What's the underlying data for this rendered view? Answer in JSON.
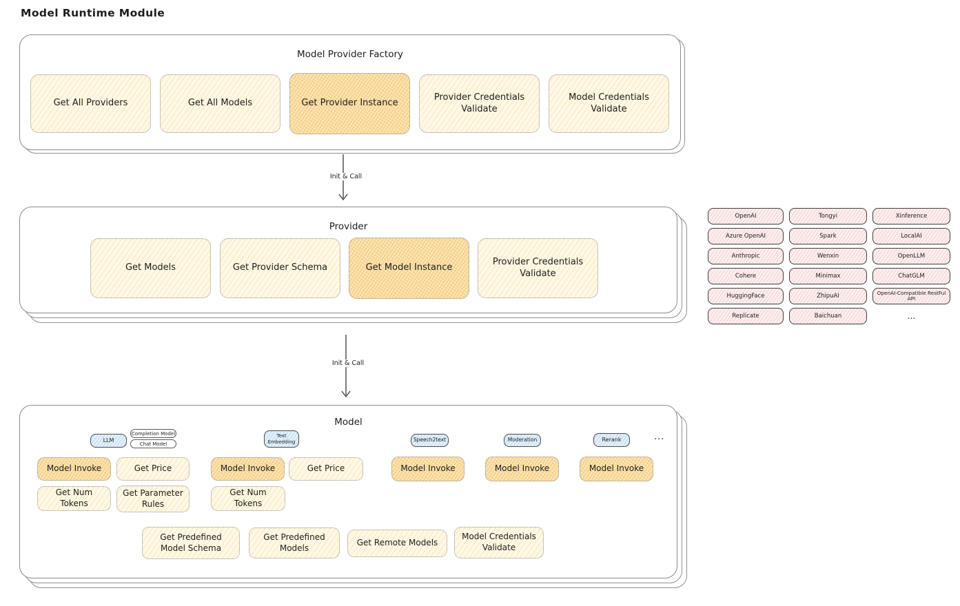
{
  "page_title": "Model Runtime Module",
  "colors": {
    "yellow_fill": "#fdf8e6",
    "orange_highlight_fill": "#fbe6b8",
    "blue_tab_fill": "#e3f1fb",
    "pink_pill_fill": "#fcefef"
  },
  "factory": {
    "title": "Model Provider Factory",
    "buttons": [
      {
        "label": "Get All Providers",
        "highlighted": false
      },
      {
        "label": "Get All Models",
        "highlighted": false
      },
      {
        "label": "Get Provider Instance",
        "highlighted": true
      },
      {
        "label": "Provider Credentials Validate",
        "highlighted": false
      },
      {
        "label": "Model Credentials Validate",
        "highlighted": false
      }
    ]
  },
  "flow": {
    "arrow1_label": "Init & Call",
    "arrow2_label": "Init & Call"
  },
  "provider": {
    "title": "Provider",
    "buttons": [
      {
        "label": "Get Models",
        "highlighted": false
      },
      {
        "label": "Get Provider Schema",
        "highlighted": false
      },
      {
        "label": "Get Model Instance",
        "highlighted": true
      },
      {
        "label": "Provider Credentials Validate",
        "highlighted": false
      }
    ]
  },
  "providers": {
    "items": [
      "OpenAI",
      "Tongyi",
      "Xinference",
      "Azure OpenAI",
      "Spark",
      "LocalAI",
      "Anthropic",
      "Wenxin",
      "OpenLLM",
      "Cohere",
      "Minimax",
      "ChatGLM",
      "HuggingFace",
      "ZhipuAI",
      "OpenAI-Compatible RestFul API",
      "Replicate",
      "Baichuan"
    ],
    "more": "..."
  },
  "model": {
    "title": "Model",
    "more": "...",
    "groups": [
      {
        "tab": "LLM",
        "subtabs": [
          "Completion Model",
          "Chat Model"
        ],
        "buttons": [
          "Model Invoke",
          "Get Price",
          "Get Num Tokens",
          "Get Parameter Rules"
        ]
      },
      {
        "tab": "Text Embedding",
        "buttons": [
          "Model Invoke",
          "Get Price",
          "Get Num Tokens"
        ]
      },
      {
        "tab": "Speech2text",
        "buttons": [
          "Model Invoke"
        ]
      },
      {
        "tab": "Moderation",
        "buttons": [
          "Model Invoke"
        ]
      },
      {
        "tab": "Rerank",
        "buttons": [
          "Model Invoke"
        ]
      }
    ],
    "common_buttons": [
      "Get Predefined Model Schema",
      "Get Predefined Models",
      "Get Remote Models",
      "Model Credentials Validate"
    ]
  }
}
